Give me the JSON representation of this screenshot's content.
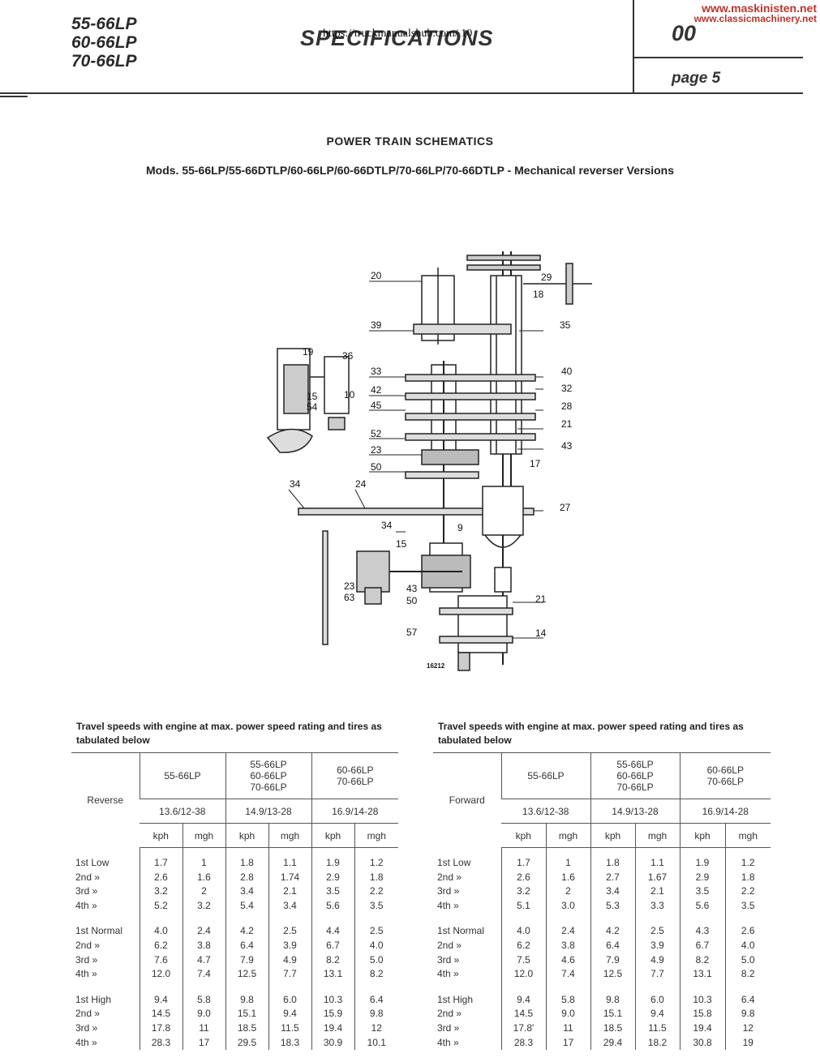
{
  "header": {
    "models": [
      "55-66LP",
      "60-66LP",
      "70-66LP"
    ],
    "title": "SPECIFICATIONS",
    "url_overlay": "https://truckmanualshub.com/ 10",
    "section": "00",
    "page": "page 5",
    "watermark_1": "www.maskinisten.net",
    "watermark_2": "www.classicmachinery.net"
  },
  "headings": {
    "main": "POWER TRAIN SCHEMATICS",
    "sub": "Mods. 55-66LP/55-66DTLP/60-66LP/60-66DTLP/70-66LP/70-66DTLP - Mechanical reverser Versions"
  },
  "schematic": {
    "figure_number": "16212",
    "callouts": [
      "20",
      "39",
      "19",
      "36",
      "33",
      "42",
      "15",
      "54",
      "10",
      "45",
      "52",
      "23",
      "50",
      "34",
      "24",
      "34",
      "15",
      "23",
      "63",
      "43",
      "50",
      "57",
      "29",
      "18",
      "35",
      "40",
      "32",
      "28",
      "21",
      "43",
      "17",
      "27",
      "9",
      "21",
      "14"
    ]
  },
  "tables": {
    "caption": "Travel speeds with engine at max. power speed rating and tires as tabulated below",
    "models": [
      "55-66LP",
      "55-66LP\n60-66LP\n70-66LP",
      "60-66LP\n70-66LP"
    ],
    "tires": [
      "13.6/12-38",
      "14.9/13-28",
      "16.9/14-28"
    ],
    "units": [
      "kph",
      "mgh"
    ],
    "reverse": {
      "direction": "Reverse",
      "groups": [
        [
          [
            "1st Low",
            "1.7",
            "1",
            "1.8",
            "1.1",
            "1.9",
            "1.2"
          ],
          [
            "2nd  »",
            "2.6",
            "1.6",
            "2.8",
            "1.74",
            "2.9",
            "1.8"
          ],
          [
            "3rd  »",
            "3.2",
            "2",
            "3.4",
            "2.1",
            "3.5",
            "2.2"
          ],
          [
            "4th  »",
            "5.2",
            "3.2",
            "5.4",
            "3.4",
            "5.6",
            "3.5"
          ]
        ],
        [
          [
            "1st Normal",
            "4.0",
            "2.4",
            "4.2",
            "2.5",
            "4.4",
            "2.5"
          ],
          [
            "2nd      »",
            "6.2",
            "3.8",
            "6.4",
            "3.9",
            "6.7",
            "4.0"
          ],
          [
            "3rd      »",
            "7.6",
            "4.7",
            "7.9",
            "4.9",
            "8.2",
            "5.0"
          ],
          [
            "4th      »",
            "12.0",
            "7.4",
            "12.5",
            "7.7",
            "13.1",
            "8.2"
          ]
        ],
        [
          [
            "1st High",
            "9.4",
            "5.8",
            "9.8",
            "6.0",
            "10.3",
            "6.4"
          ],
          [
            "2nd  »",
            "14.5",
            "9.0",
            "15.1",
            "9.4",
            "15.9",
            "9.8"
          ],
          [
            "3rd  »",
            "17.8",
            "11",
            "18.5",
            "11.5",
            "19.4",
            "12"
          ],
          [
            "4th  »",
            "28.3",
            "17",
            "29.5",
            "18.3",
            "30.9",
            "10.1"
          ]
        ]
      ]
    },
    "forward": {
      "direction": "Forward",
      "groups": [
        [
          [
            "1st Low",
            "1.7",
            "1",
            "1.8",
            "1.1",
            "1.9",
            "1.2"
          ],
          [
            "2nd  »",
            "2.6",
            "1.6",
            "2.7",
            "1.67",
            "2.9",
            "1.8"
          ],
          [
            "3rd  »",
            "3.2",
            "2",
            "3.4",
            "2.1",
            "3.5",
            "2.2"
          ],
          [
            "4th  »",
            "5.1",
            "3.0",
            "5.3",
            "3.3",
            "5.6",
            "3.5"
          ]
        ],
        [
          [
            "1st Normal",
            "4.0",
            "2.4",
            "4.2",
            "2.5",
            "4.3",
            "2.6"
          ],
          [
            "2nd      »",
            "6.2",
            "3.8",
            "6.4",
            "3.9",
            "6.7",
            "4.0"
          ],
          [
            "3rd      »",
            "7.5",
            "4.6",
            "7.9",
            "4.9",
            "8.2",
            "5.0"
          ],
          [
            "4th      »",
            "12.0",
            "7.4",
            "12.5",
            "7.7",
            "13.1",
            "8.2"
          ]
        ],
        [
          [
            "1st High",
            "9.4",
            "5.8",
            "9.8",
            "6.0",
            "10.3",
            "6.4"
          ],
          [
            "2nd  »",
            "14.5",
            "9.0",
            "15.1",
            "9.4",
            "15.8",
            "9.8"
          ],
          [
            "3rd  »",
            "17.8'",
            "11",
            "18.5",
            "11.5",
            "19.4",
            "12"
          ],
          [
            "4th  »",
            "28.3",
            "17",
            "29.4",
            "18.2",
            "30.8",
            "19"
          ]
        ]
      ]
    }
  }
}
